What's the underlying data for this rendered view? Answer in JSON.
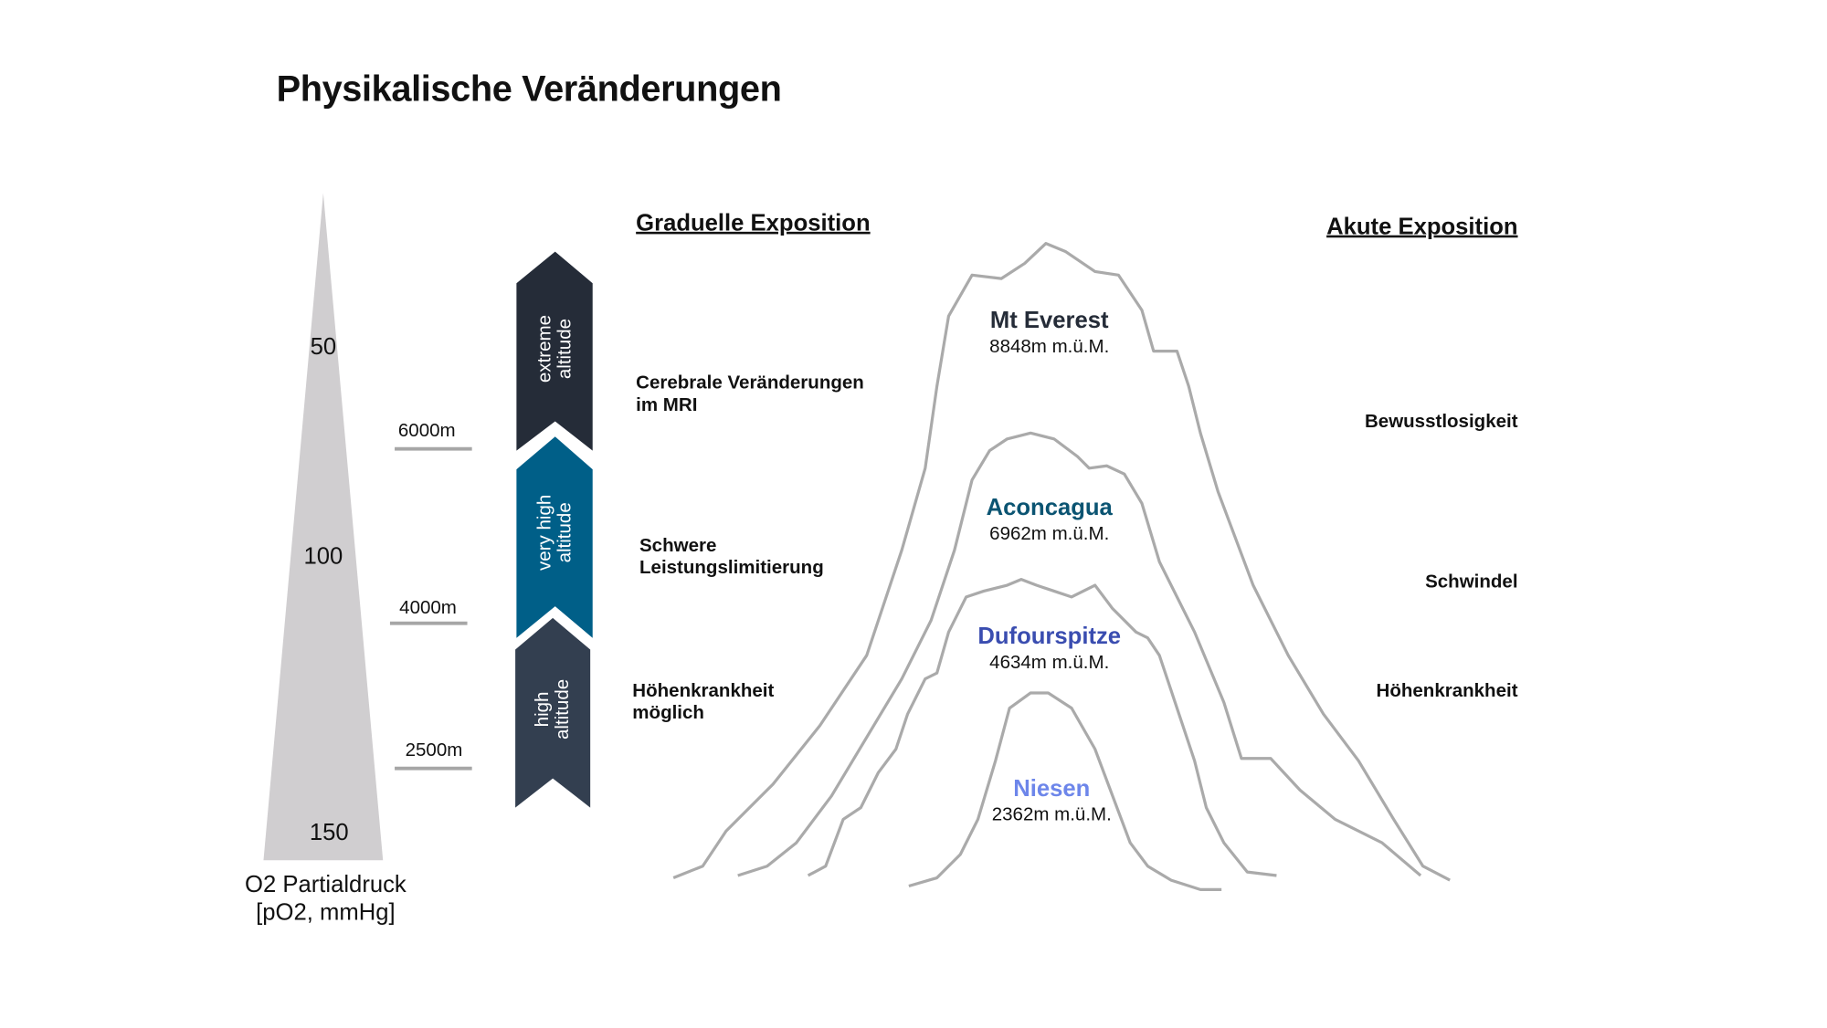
{
  "title": "Physikalische Veränderungen",
  "pressure_axis": {
    "ticks": [
      "50",
      "100",
      "150"
    ],
    "label_line1": "O2 Partialdruck",
    "label_line2": "[pO2, mmHg]"
  },
  "altitude_marks": [
    "6000m",
    "4000m",
    "2500m"
  ],
  "zones": [
    {
      "line1": "extreme",
      "line2": "altitude",
      "color": "#252c38"
    },
    {
      "line1": "very high",
      "line2": "altitude",
      "color": "#005f88"
    },
    {
      "line1": "high",
      "line2": "altitude",
      "color": "#333f50"
    }
  ],
  "gradual": {
    "heading": "Graduelle Exposition",
    "items": [
      {
        "line1": "Cerebrale Veränderungen",
        "line2": "im MRI"
      },
      {
        "line1": "Schwere",
        "line2": "Leistungslimitierung"
      },
      {
        "line1": "Höhenkrankheit",
        "line2": "möglich"
      }
    ]
  },
  "acute": {
    "heading": "Akute Exposition",
    "items": [
      "Bewusstlosigkeit",
      "Schwindel",
      "Höhenkrankheit"
    ]
  },
  "mountains": [
    {
      "name": "Mt Everest",
      "elevation": "8848m m.ü.M.",
      "color": "#252c38"
    },
    {
      "name": "Aconcagua",
      "elevation": "6962m m.ü.M.",
      "color": "#0b5472"
    },
    {
      "name": "Dufourspitze",
      "elevation": "4634m m.ü.M.",
      "color": "#3a4db0"
    },
    {
      "name": "Niesen",
      "elevation": "2362m m.ü.M.",
      "color": "#6d86ea"
    }
  ]
}
